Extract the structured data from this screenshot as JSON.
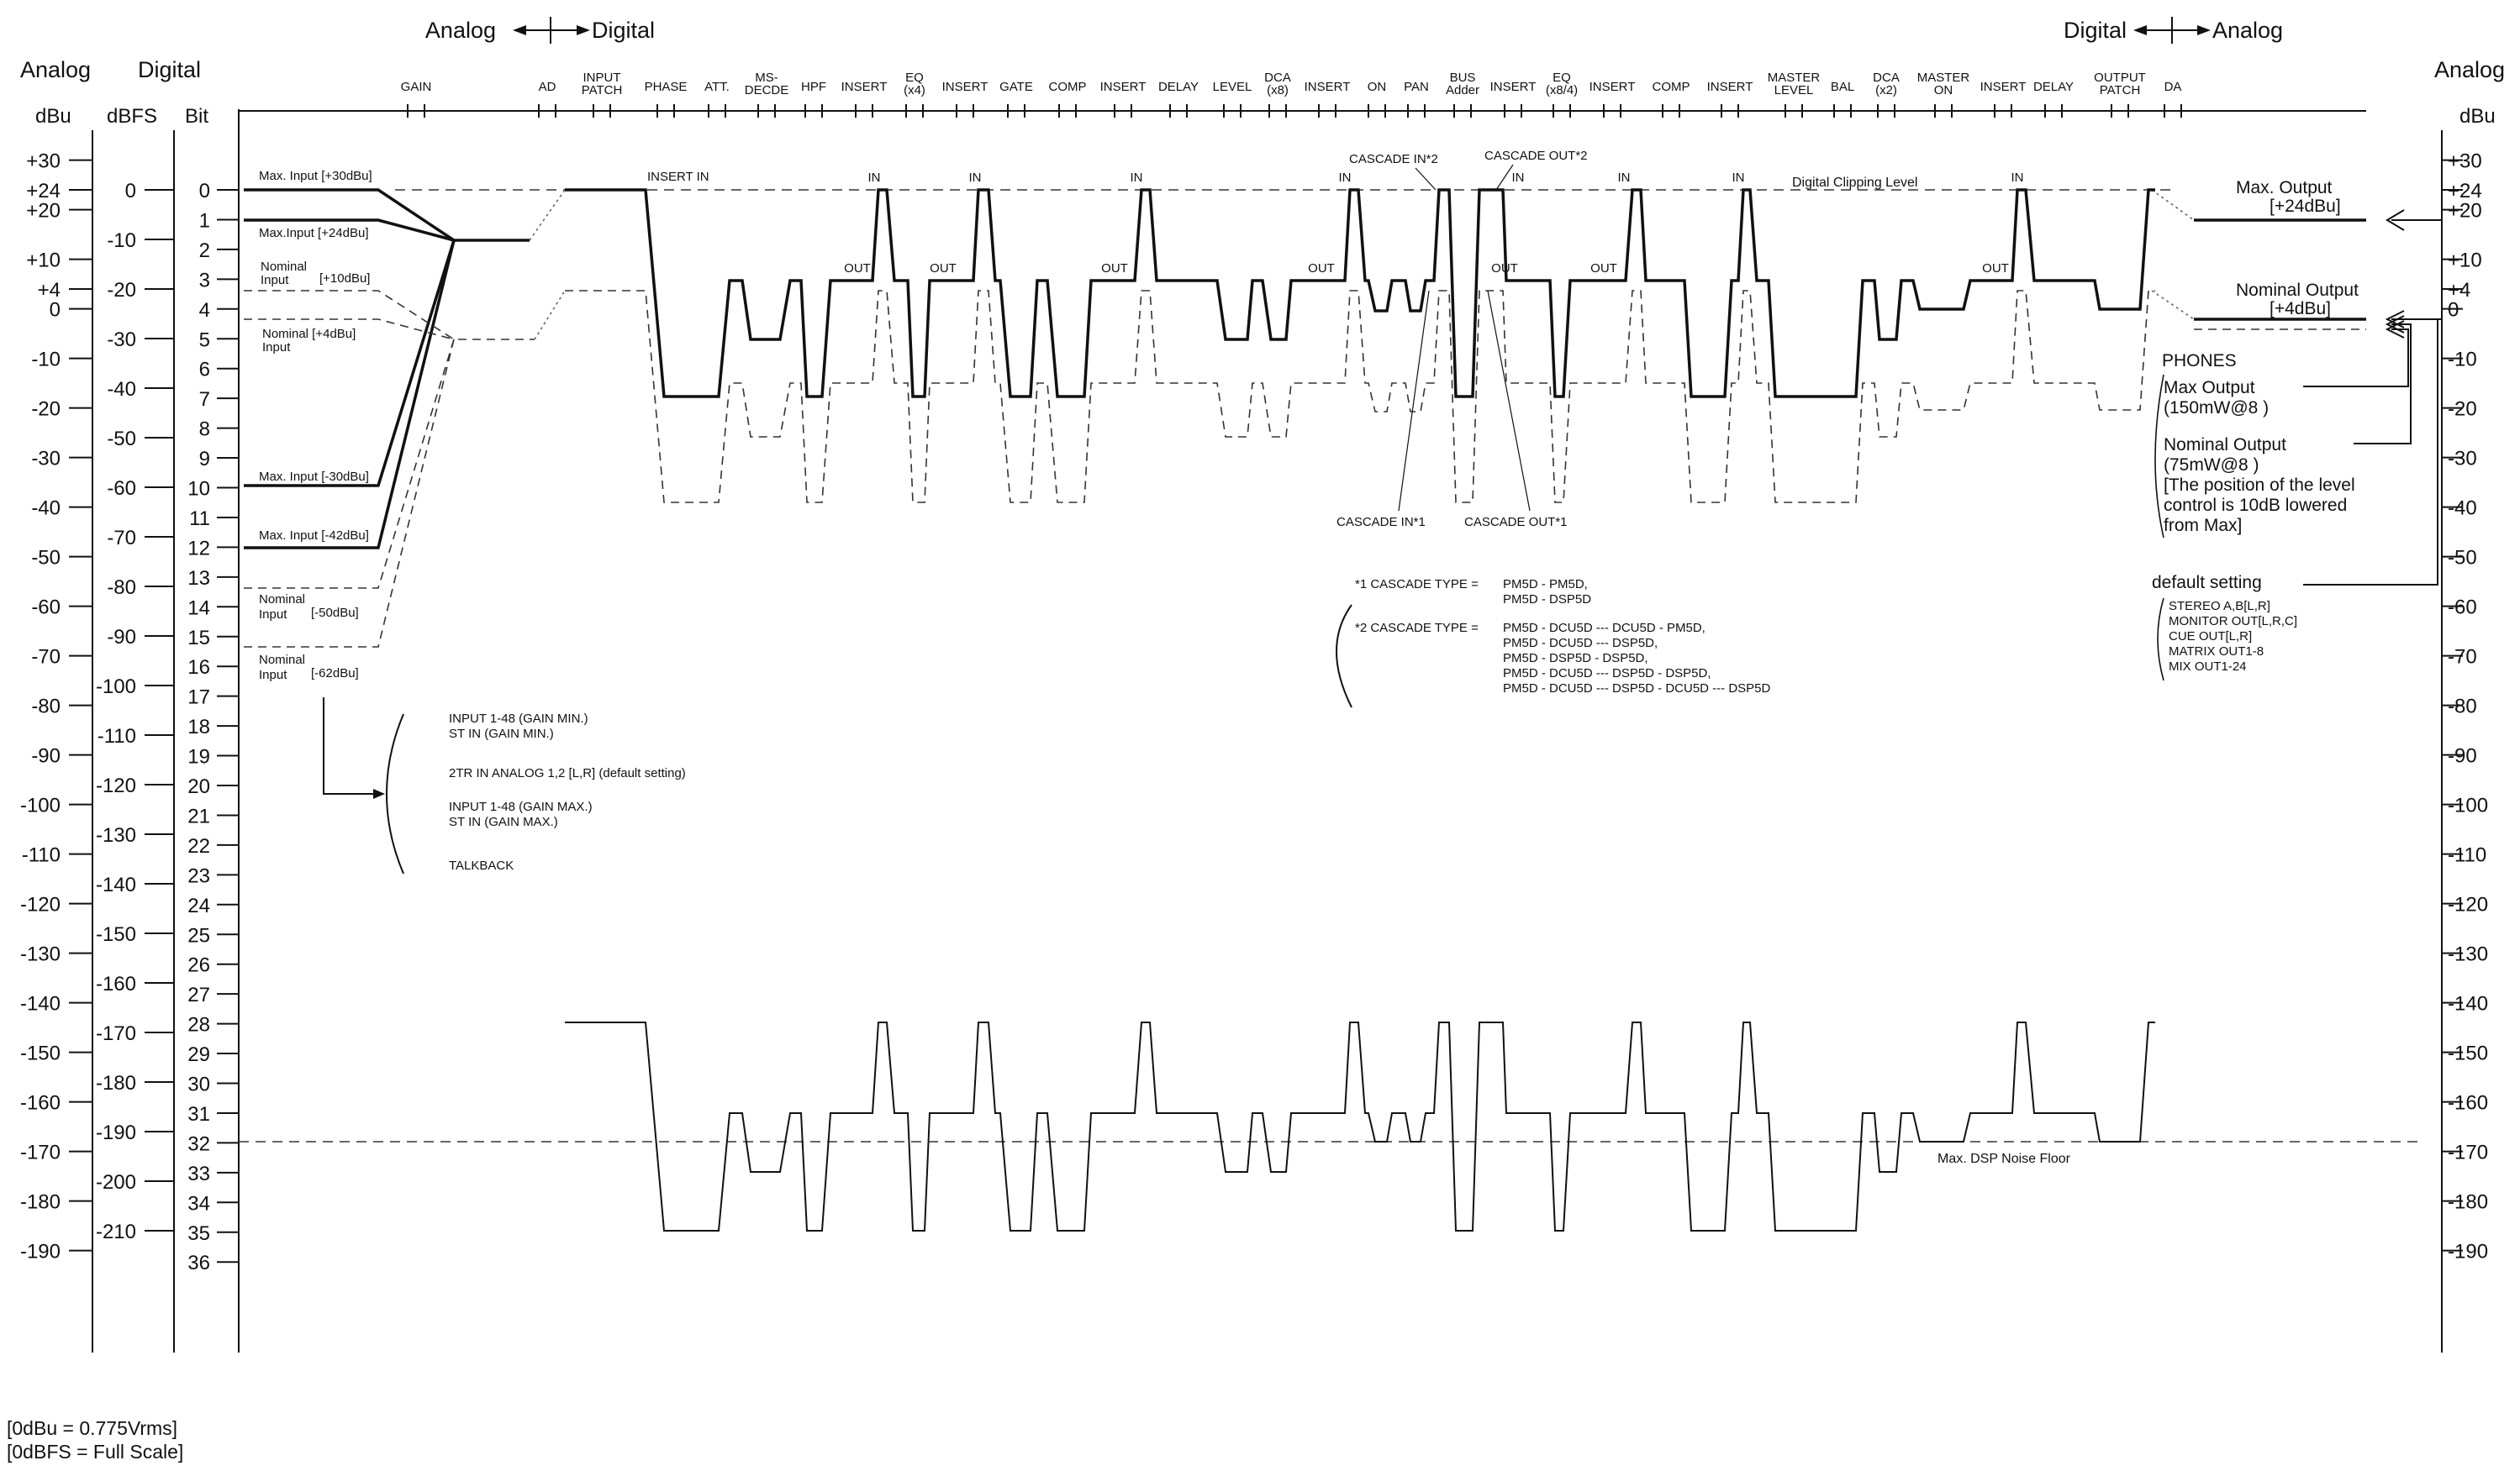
{
  "headers": {
    "left_arrow": {
      "left": "Analog",
      "right": "Digital"
    },
    "right_arrow": {
      "left": "Digital",
      "right": "Analog"
    },
    "col_analog_left": "Analog",
    "col_digital_left": "Digital",
    "col_analog_right": "Analog",
    "unit_dbu_left": "dBu",
    "unit_dbfs": "dBFS",
    "unit_bit": "Bit",
    "unit_dbu_right": "dBu"
  },
  "stages": [
    {
      "label": "GAIN"
    },
    {
      "label": "AD"
    },
    {
      "label": "INPUT PATCH"
    },
    {
      "label": "PHASE"
    },
    {
      "label": "ATT."
    },
    {
      "label": "MS- DECDE"
    },
    {
      "label": "HPF"
    },
    {
      "label": "INSERT"
    },
    {
      "label": "EQ (x4)"
    },
    {
      "label": "INSERT"
    },
    {
      "label": "GATE"
    },
    {
      "label": "COMP"
    },
    {
      "label": "INSERT"
    },
    {
      "label": "DELAY"
    },
    {
      "label": "LEVEL"
    },
    {
      "label": "DCA (x8)"
    },
    {
      "label": "INSERT"
    },
    {
      "label": "ON"
    },
    {
      "label": "PAN"
    },
    {
      "label": "BUS Adder"
    },
    {
      "label": "INSERT"
    },
    {
      "label": "EQ (x8/4)"
    },
    {
      "label": "INSERT"
    },
    {
      "label": "COMP"
    },
    {
      "label": "INSERT"
    },
    {
      "label": "MASTER LEVEL"
    },
    {
      "label": "BAL"
    },
    {
      "label": "DCA (x2)"
    },
    {
      "label": "MASTER ON"
    },
    {
      "label": "INSERT"
    },
    {
      "label": "DELAY"
    },
    {
      "label": "OUTPUT PATCH"
    },
    {
      "label": "DA"
    }
  ],
  "scales": {
    "dbu_left": [
      "+30",
      "+24",
      "+20",
      "+10",
      "+4",
      "0",
      "-10",
      "-20",
      "-30",
      "-40",
      "-50",
      "-60",
      "-70",
      "-80",
      "-90",
      "-100",
      "-110",
      "-120",
      "-130",
      "-140",
      "-150",
      "-160",
      "-170",
      "-180",
      "-190"
    ],
    "dbfs": [
      "0",
      "-10",
      "-20",
      "-30",
      "-40",
      "-50",
      "-60",
      "-70",
      "-80",
      "-90",
      "-100",
      "-110",
      "-120",
      "-130",
      "-140",
      "-150",
      "-160",
      "-170",
      "-180",
      "-190",
      "-200",
      "-210"
    ],
    "bits": [
      "0",
      "1",
      "2",
      "3",
      "4",
      "5",
      "6",
      "7",
      "8",
      "9",
      "10",
      "11",
      "12",
      "13",
      "14",
      "15",
      "16",
      "17",
      "18",
      "19",
      "20",
      "21",
      "22",
      "23",
      "24",
      "25",
      "26",
      "27",
      "28",
      "29",
      "30",
      "31",
      "32",
      "33",
      "34",
      "35",
      "36"
    ],
    "dbu_right": [
      "+30",
      "+24",
      "+20",
      "+10",
      "+4",
      "0",
      "-10",
      "-20",
      "-30",
      "-40",
      "-50",
      "-60",
      "-70",
      "-80",
      "-90",
      "-100",
      "-110",
      "-120",
      "-130",
      "-140",
      "-150",
      "-160",
      "-170",
      "-180",
      "-190"
    ]
  },
  "input_labels": {
    "max30": "Max. Input [+30dBu]",
    "max24": "Max.Input [+24dBu]",
    "nom10_a": "Nominal",
    "nom10_b": "Input",
    "nom10_c": "[+10dBu]",
    "nom4_a": "Nominal  [+4dBu]",
    "nom4_b": "Input",
    "max_m30": "Max. Input [-30dBu]",
    "max_m42": "Max. Input [-42dBu]",
    "nom_m50_a": "Nominal",
    "nom_m50_b": "Input",
    "nom_m50_c": "[-50dBu]",
    "nom_m62_a": "Nominal",
    "nom_m62_b": "Input",
    "nom_m62_c": "[-62dBu]"
  },
  "signal_labels": {
    "insert_in": "INSERT IN",
    "in": "IN",
    "out": "OUT",
    "cascade_in2": "CASCADE IN*2",
    "cascade_out2": "CASCADE OUT*2",
    "cascade_in1": "CASCADE IN*1",
    "cascade_out1": "CASCADE OUT*1",
    "clipping": "Digital Clipping Level",
    "noise_floor": "Max. DSP Noise  Floor"
  },
  "gain_notes": [
    "INPUT 1-48 (GAIN MIN.)",
    "ST IN (GAIN MIN.)",
    "2TR IN ANALOG 1,2 [L,R]   (default setting)",
    "INPUT 1-48 (GAIN MAX.)",
    "ST IN (GAIN MAX.)",
    "TALKBACK"
  ],
  "cascade_notes": {
    "n1_label": "*1   CASCADE TYPE = ",
    "n1_lines": [
      "PM5D - PM5D,",
      "PM5D - DSP5D"
    ],
    "n2_label": "*2   CASCADE TYPE = ",
    "n2_lines": [
      "PM5D - DCU5D --- DCU5D - PM5D,",
      "PM5D - DCU5D --- DSP5D,",
      "PM5D - DSP5D - DSP5D,",
      "PM5D - DCU5D --- DSP5D - DSP5D,",
      "PM5D - DCU5D --- DSP5D - DCU5D --- DSP5D"
    ]
  },
  "output_labels": {
    "max_output": "Max. Output",
    "max_output_val": "[+24dBu]",
    "nominal_output": "Nominal Output",
    "nominal_output_val": "[+4dBu]",
    "phones": "PHONES",
    "phones_max": "Max Output",
    "phones_max_val": "(150mW@8    )",
    "phones_nom": "Nominal Output",
    "phones_nom_val": "(75mW@8    )",
    "phones_note": [
      "[The position of the level",
      "control is 10dB lowered",
      "from Max]"
    ],
    "default_setting": "default setting",
    "default_list": [
      "STEREO A,B[L,R]",
      "MONITOR OUT[L,R,C]",
      "CUE OUT[L,R]",
      "MATRIX OUT1-8",
      "MIX OUT1-24"
    ]
  },
  "footer": [
    "[0dBu   = 0.775Vrms]",
    "[0dBFS = Full Scale]"
  ]
}
